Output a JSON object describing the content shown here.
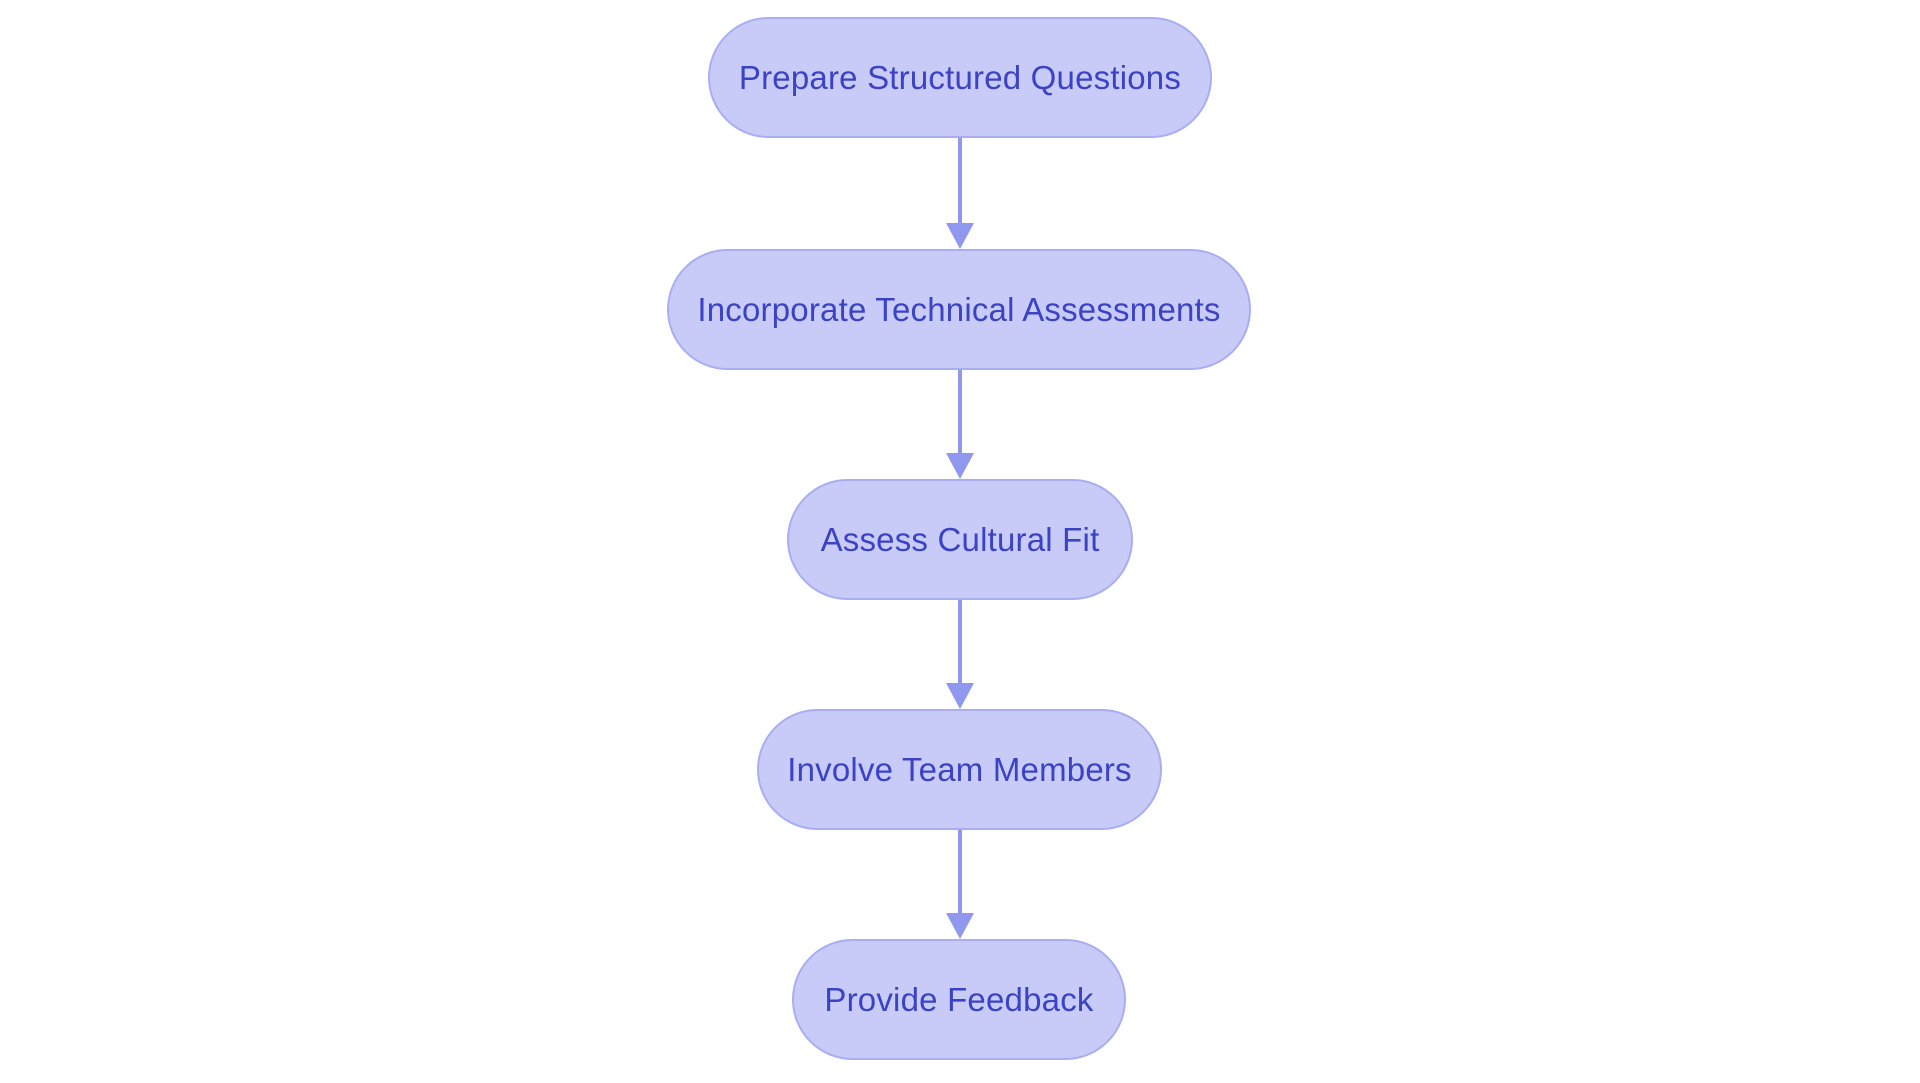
{
  "diagram": {
    "type": "flowchart",
    "direction": "top-to-bottom",
    "nodes": [
      {
        "id": 1,
        "label": "Prepare Structured Questions"
      },
      {
        "id": 2,
        "label": "Incorporate Technical Assessments"
      },
      {
        "id": 3,
        "label": "Assess Cultural Fit"
      },
      {
        "id": 4,
        "label": "Involve Team Members"
      },
      {
        "id": 5,
        "label": "Provide Feedback"
      }
    ],
    "edges": [
      {
        "from": "Prepare Structured Questions",
        "to": "Incorporate Technical Assessments"
      },
      {
        "from": "Incorporate Technical Assessments",
        "to": "Assess Cultural Fit"
      },
      {
        "from": "Assess Cultural Fit",
        "to": "Involve Team Members"
      },
      {
        "from": "Involve Team Members",
        "to": "Provide Feedback"
      }
    ],
    "colors": {
      "background": "#ffffff",
      "node_fill": "#c8cbf8",
      "node_border": "#a9adf2",
      "node_text": "#3b43c4",
      "arrow": "#9097ee"
    }
  }
}
